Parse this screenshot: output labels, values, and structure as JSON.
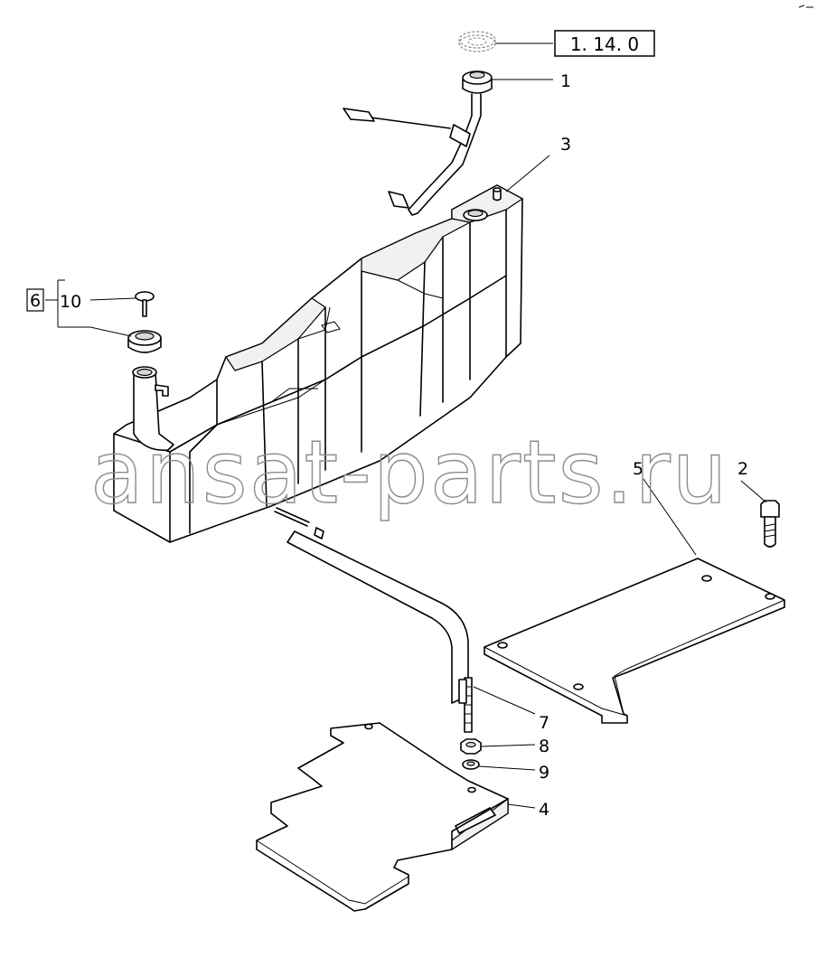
{
  "watermark": "ansat-parts.ru",
  "reference_box": "1. 14. 0",
  "group_box": "6",
  "callouts": {
    "c1": "1",
    "c2": "2",
    "c3": "3",
    "c4": "4",
    "c5": "5",
    "c7": "7",
    "c8": "8",
    "c9": "9",
    "c10": "10"
  },
  "colors": {
    "line": "#000000",
    "watermark": "#8c8c8c",
    "background": "#ffffff"
  }
}
